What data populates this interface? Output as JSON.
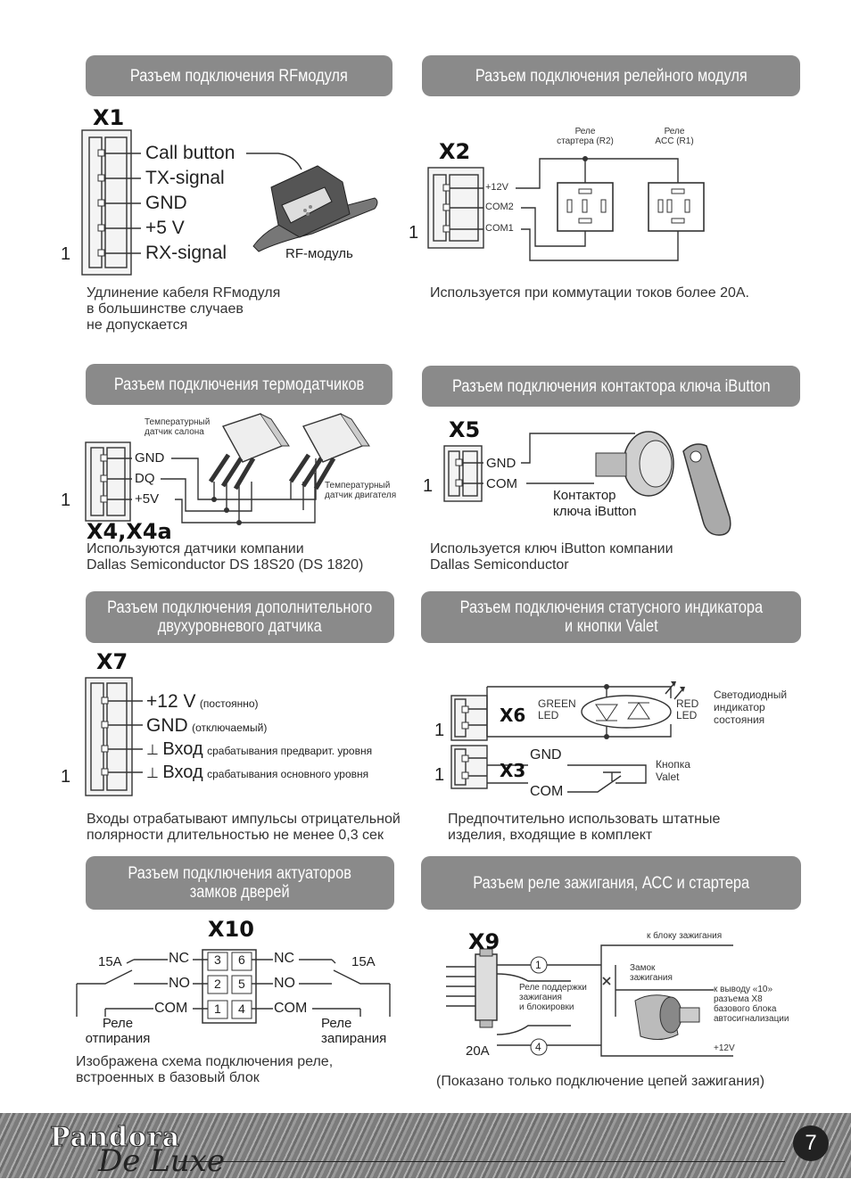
{
  "headers": {
    "rf": "Разъем подключения RFмодуля",
    "relay": "Разъем подключения релейного модуля",
    "thermo": "Разъем подключения термодатчиков",
    "ibutton": "Разъем подключения контактора ключа iButton",
    "extra": "Разъем подключения дополнительного\nдвухуровневого датчика",
    "status": "Разъем подключения статусного индикатора\nи кнопки Valet",
    "locks": "Разъем подключения актуаторов\nзамков дверей",
    "ignition": "Разъем реле зажигания, АСС и стартера"
  },
  "x1": {
    "label": "X1",
    "pin1": "1",
    "pins": [
      "Call button",
      "TX-signal",
      "GND",
      "+5 V",
      "RX-signal"
    ],
    "module": "RF-модуль",
    "note": "Удлинение кабеля  RFмодуля\nв большинстве случаев\nне допускается"
  },
  "x2": {
    "label": "X2",
    "pin1": "1",
    "pins": [
      "+12V",
      "COM2",
      "COM1"
    ],
    "relay_starter": "Реле\nстартера (R2)",
    "relay_acc": "Реле\nACC (R1)",
    "note": "Используется при коммутации токов более 20А."
  },
  "x4": {
    "label": "X4,X4a",
    "pin1": "1",
    "pins": [
      "GND",
      "DQ",
      "+5V"
    ],
    "sensor_cabin": "Температурный\nдатчик салона",
    "sensor_engine": "Температурный\nдатчик двигателя",
    "note": "Используются датчики компании\nDallas Semiconductor DS 18S20 (DS 1820)"
  },
  "x5": {
    "label": "X5",
    "pin1": "1",
    "pins": [
      "GND",
      "COM"
    ],
    "contact": "Контактор\nключа iButton",
    "note": "Используется ключ iButton компании\nDallas Semiconductor"
  },
  "x7": {
    "label": "X7",
    "pin1": "1",
    "pins": [
      {
        "main": "+12 V",
        "sub": "(постоянно)"
      },
      {
        "main": "GND",
        "sub": "(отключаемый)"
      },
      {
        "main": "Вход",
        "sub": "срабатывания предварит. уровня"
      },
      {
        "main": "Вход",
        "sub": "срабатывания основного уровня"
      }
    ],
    "note": "Входы отрабатывают импульсы отрицательной\nполярности длительностью не менее 0,3 сек"
  },
  "x6": {
    "label_x6": "X6",
    "label_x3": "X3",
    "pin1a": "1",
    "pin1b": "1",
    "green": "GREEN\nLED",
    "red": "RED\nLED",
    "indicator": "Светодиодный\nиндикатор\nсостояния",
    "gnd": "GND",
    "com": "COM",
    "valet": "Кнопка\nValet",
    "note": "Предпочтительно использовать штатные\nизделия, входящие в комплект"
  },
  "x10": {
    "label": "X10",
    "grid": [
      "3",
      "6",
      "2",
      "5",
      "1",
      "4"
    ],
    "nc": "NC",
    "no": "NO",
    "com": "COM",
    "fuse_left": "15A",
    "fuse_right": "15A",
    "relay_unlock": "Реле\nотпирания",
    "relay_lock": "Реле\nзапирания",
    "note": "Изображена схема подключения реле,\nвстроенных в базовый блок"
  },
  "x9": {
    "label": "X9",
    "fuse": "20A",
    "to_ignition": "к блоку зажигания",
    "lock": "Замок\nзажигания",
    "relay_support": "Реле поддержки\nзажигания\nи блокировки",
    "to_pin": "к выводу «10»\nразъема X8\nбазового блока\nавтосигнализации",
    "plus12": "+12V",
    "n1": "1",
    "n4": "4",
    "note": "(Показано только подключение цепей зажигания)"
  },
  "footer": {
    "brand": "Pandora",
    "brand2": "De Luxe",
    "page": "7"
  }
}
